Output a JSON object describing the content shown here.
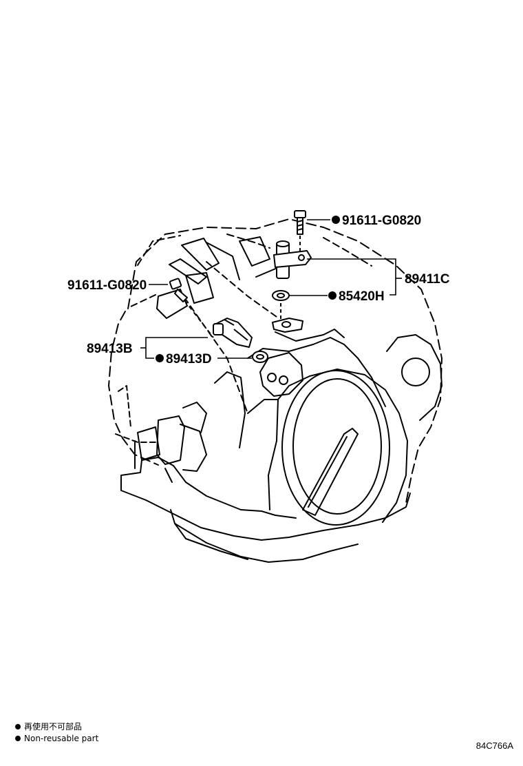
{
  "parts": {
    "bolt_top": "91611-G0820",
    "bolt_left": "91611-G0820",
    "sensor_top": "89411C",
    "gasket_top": "85420H",
    "sensor_left": "89413B",
    "oring_left": "89413D"
  },
  "non_reusable_marker": "●",
  "legend": {
    "japanese": "再使用不可部品",
    "english": "Non-reusable part"
  },
  "reference_code": "84C766A"
}
